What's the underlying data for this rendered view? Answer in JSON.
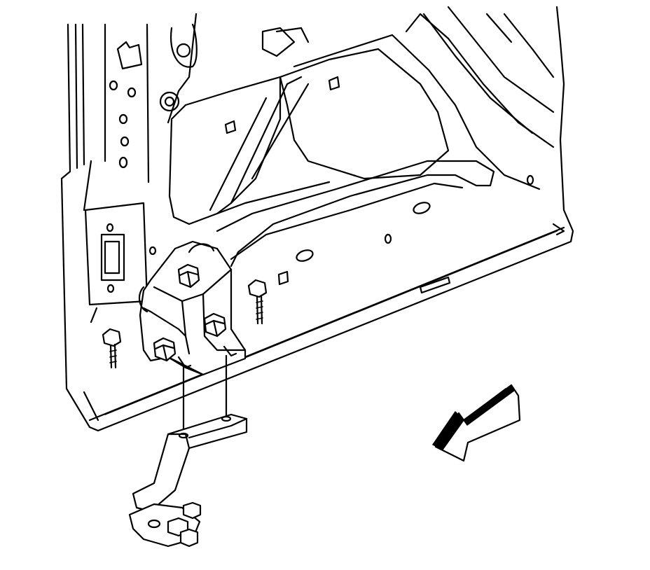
{
  "figure": {
    "components": [
      {
        "name": "door-inner-panel"
      },
      {
        "name": "lower-door-hinge"
      },
      {
        "name": "hinge-bolt"
      },
      {
        "name": "hinge-bolt"
      },
      {
        "name": "hinge-bolt"
      },
      {
        "name": "door-to-hinge-bolt"
      },
      {
        "name": "door-to-hinge-bolt"
      },
      {
        "name": "hinge-check-link"
      },
      {
        "name": "direction-arrow"
      }
    ],
    "colors": {
      "line": "#000000",
      "fill": "#ffffff"
    }
  }
}
